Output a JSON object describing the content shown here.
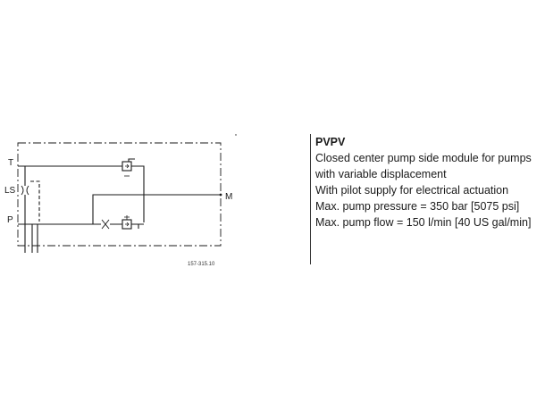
{
  "diagram": {
    "port_labels": {
      "t": "T",
      "ls": "LS",
      "p": "P",
      "m": "M"
    },
    "drawing_number": "157-315.10"
  },
  "module": {
    "title": "PVPV",
    "lines": [
      "Closed center pump side module for pumps",
      "with variable displacement",
      "With pilot supply for electrical actuation",
      "Max. pump pressure = 350 bar [5075 psi]",
      "Max. pump flow = 150 l/min [40 US gal/min]"
    ]
  }
}
